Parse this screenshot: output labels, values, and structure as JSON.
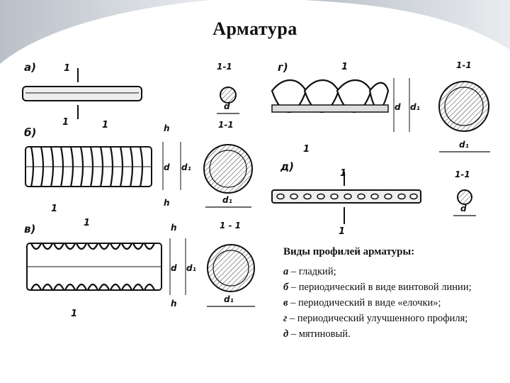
{
  "title": "Арматура",
  "figure_labels": {
    "a": "а)",
    "b": "б)",
    "v": "в)",
    "g": "г)",
    "d": "д)",
    "section": "1-1",
    "section_spaced": "1 - 1",
    "mark": "1",
    "h": "h",
    "d_sym": "d",
    "d1": "d₁"
  },
  "caption": {
    "heading": "Виды профилей арматуры:",
    "items": [
      {
        "key": "а",
        "text": " – гладкий;"
      },
      {
        "key": "б",
        "text": " – периодический в виде винтовой линии;"
      },
      {
        "key": "в",
        "text": " – периодический в виде «елочки»;"
      },
      {
        "key": "г",
        "text": " – периодический улучшенного профиля;"
      },
      {
        "key": "д",
        "text": " – мятиновый."
      }
    ]
  }
}
